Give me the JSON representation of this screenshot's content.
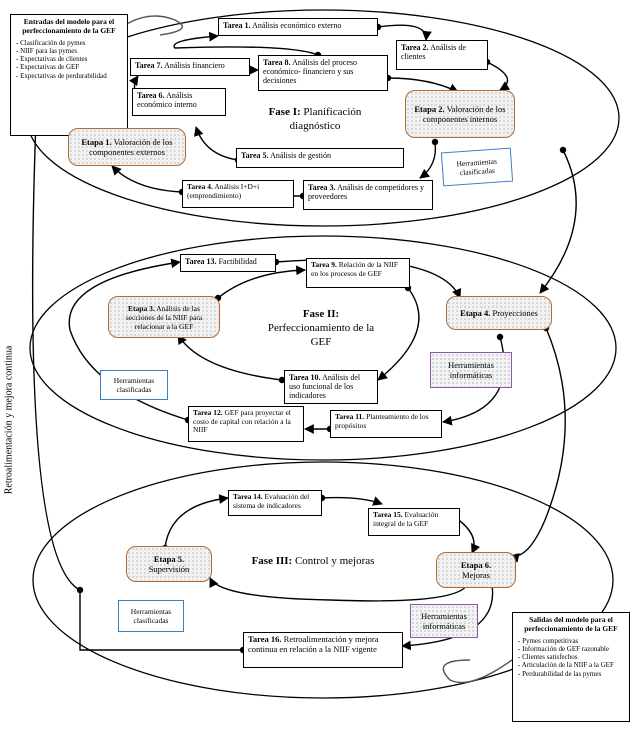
{
  "inputs": {
    "title": "Entradas del modelo para el perfeccionamiento de la GEF",
    "items": [
      "Clasificación de pymes",
      "NIIF para las pymes",
      "Expectativas de clientes",
      "Expectativas de GEF",
      "Expectativas de perdurabilidad"
    ]
  },
  "outputs": {
    "title": "Salidas del modelo para el perfeccionamiento de la GEF",
    "items": [
      "Pymes competitivas",
      "Información de GEF razonable",
      "Clientes satisfechos",
      "Articulación de la NIIF a la GEF",
      "Perdurabilidad de las pymes"
    ]
  },
  "feedback_label": "Retroalimentación y mejora continua",
  "phases": [
    {
      "title": "Fase I:",
      "subtitle": "Planificación diagnóstico"
    },
    {
      "title": "Fase II:",
      "subtitle": "Perfeccionamiento de la GEF"
    },
    {
      "title": "Fase III:",
      "subtitle": "Control y mejoras"
    }
  ],
  "tasks": {
    "t1": {
      "label": "Tarea 1.",
      "text": "Análisis económico externo"
    },
    "t2": {
      "label": "Tarea 2.",
      "text": "Análisis de clientes"
    },
    "t3": {
      "label": "Tarea 3.",
      "text": "Análisis de competidores y proveedores"
    },
    "t4": {
      "label": "Tarea 4.",
      "text": "Análisis I+D+i (emprendimiento)"
    },
    "t5": {
      "label": "Tarea 5.",
      "text": "Análisis de gestión"
    },
    "t6": {
      "label": "Tarea 6.",
      "text": "Análisis económico interno"
    },
    "t7": {
      "label": "Tarea 7.",
      "text": "Análisis financiero"
    },
    "t8": {
      "label": "Tarea 8.",
      "text": "Análisis del proceso económico- financiero y sus decisiones"
    },
    "t9": {
      "label": "Tarea 9.",
      "text": "Relación de la NIIF en los procesos de GEF"
    },
    "t10": {
      "label": "Tarea 10.",
      "text": "Análisis del uso funcional de los indicadores"
    },
    "t11": {
      "label": "Tarea 11.",
      "text": "Planteamiento de los propósitos"
    },
    "t12": {
      "label": "Tarea 12.",
      "text": "GEF para proyectar el costo de capital con relación a la NIIF"
    },
    "t13": {
      "label": "Tarea 13.",
      "text": "Factibilidad"
    },
    "t14": {
      "label": "Tarea 14.",
      "text": "Evaluación del sistema de indicadores"
    },
    "t15": {
      "label": "Tarea 15.",
      "text": "Evaluación integral de la GEF"
    },
    "t16": {
      "label": "Tarea 16.",
      "text": "Retroalimentación y mejora continua en relación a la NIIF vigente"
    }
  },
  "stages": {
    "e1": {
      "label": "Etapa 1.",
      "text": "Valoración de los componentes externos"
    },
    "e2": {
      "label": "Etapa 2.",
      "text": "Valoración de los componentes internos"
    },
    "e3": {
      "label": "Etapa 3.",
      "text": "Análisis de las secciones de la NIIF para relacionar a la GEF"
    },
    "e4": {
      "label": "Etapa 4.",
      "text": "Proyecciones"
    },
    "e5": {
      "label": "Etapa 5.",
      "text": "Supervisión"
    },
    "e6": {
      "label": "Etapa 6.",
      "text": "Mejoras"
    }
  },
  "tools": {
    "classified": "Herramientas clasificadas",
    "informatic": "Herramientas informáticas"
  }
}
